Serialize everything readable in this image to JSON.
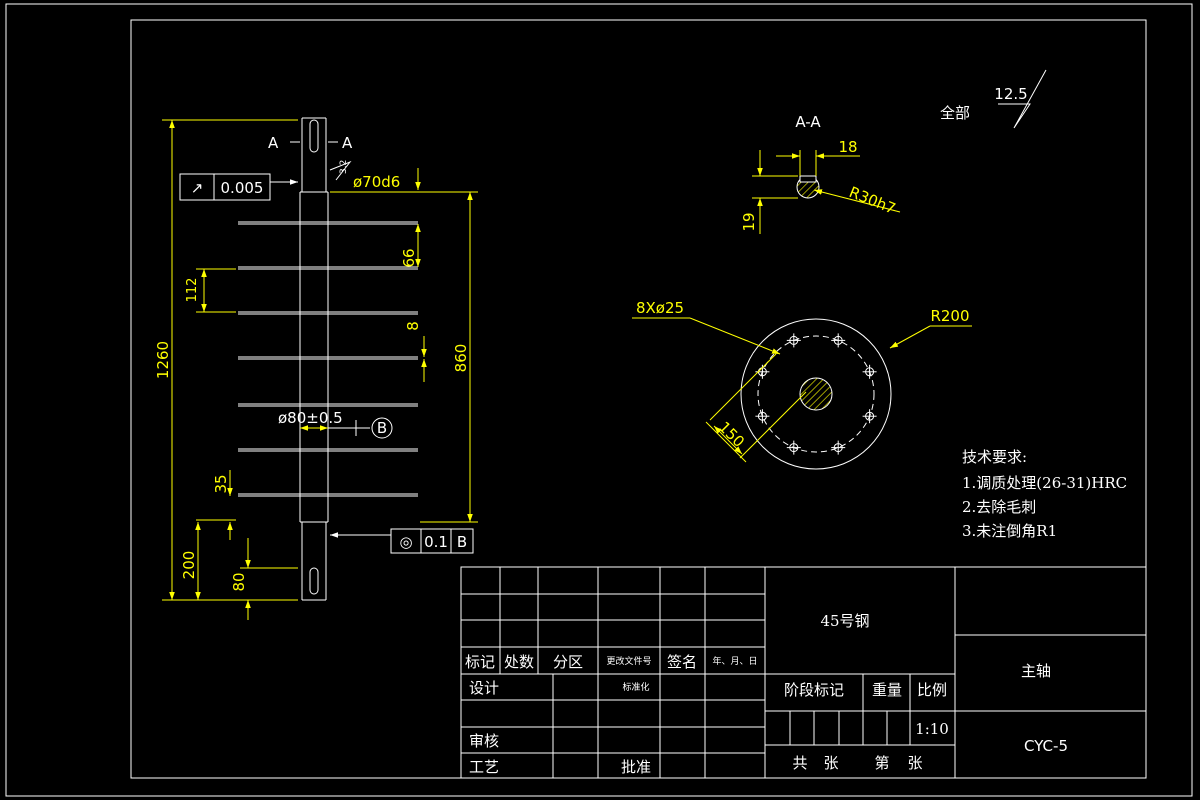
{
  "view_labels": {
    "section_mark_left": "A",
    "section_mark_right": "A",
    "section_view_title": "A-A"
  },
  "front_view": {
    "runout_tolerance": {
      "symbol": "↗",
      "value": "0.005"
    },
    "top_diameter": "ø70d6",
    "roughness_top": "3.2",
    "overall_length": "1260",
    "flange_length": "860",
    "spacing_66": "66",
    "spacing_112": "112",
    "thickness_8": "8",
    "shaft_diameter": "ø80±0.5",
    "datum_b": "B",
    "spacing_35": "35",
    "coaxiality_tolerance": {
      "symbol": "◎",
      "value": "0.1",
      "datum": "B"
    },
    "bottom_length": "200",
    "keyway_length": "80"
  },
  "section_view": {
    "key_width": "18",
    "key_depth": "19",
    "radius": "R30h7"
  },
  "flange_view": {
    "holes": "8Xø25",
    "radius": "R200",
    "pcd": "150"
  },
  "surface_roughness_all": {
    "label": "全部",
    "value": "12.5"
  },
  "technical_requirements": {
    "title": "技术要求:",
    "items": [
      "1.调质处理(26-31)HRC",
      "2.去除毛刺",
      "3.未注倒角R1"
    ]
  },
  "title_block": {
    "material": "45号钢",
    "part_name": "主轴",
    "drawing_number": "CYC-5",
    "scale": "1:10",
    "header_labels": [
      "标记",
      "处数",
      "分区",
      "更改文件号",
      "签名",
      "年、月、日"
    ],
    "row_labels": {
      "design": "设计",
      "standardization": "标准化",
      "review": "审核",
      "process": "工艺",
      "approve": "批准"
    },
    "stage_mark": "阶段标记",
    "weight": "重量",
    "scale_label": "比例",
    "total_sheets": "共",
    "sheets_unit_1": "张",
    "sheet_no": "第",
    "sheets_unit_2": "张"
  }
}
